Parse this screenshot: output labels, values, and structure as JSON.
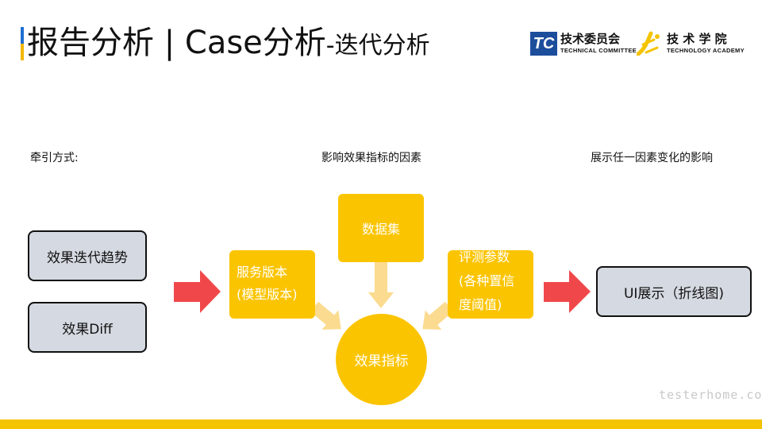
{
  "header": {
    "title_main": "报告分析 | Case分析",
    "title_sub": "-迭代分析",
    "logo_tc": {
      "mark": "TC",
      "name_cn": "技术委员会",
      "name_en": "TECHNICAL COMMITTEE"
    },
    "logo_academy": {
      "name_cn": "技 术 学 院",
      "name_en": "TECHNOLOGY ACADEMY"
    }
  },
  "section_labels": {
    "traction": "牵引方式:",
    "factors": "影响效果指标的因素",
    "display": "展示任一因素变化的影响"
  },
  "left_boxes": {
    "trend": "效果迭代趋势",
    "diff": "效果Diff"
  },
  "factor_boxes": {
    "service_line1": "服务版本",
    "service_line2": "(模型版本)",
    "dataset": "数据集",
    "eval_line1": "评测参数",
    "eval_line2": "(各种置信",
    "eval_line3": "度阈值)"
  },
  "center_circle": "效果指标",
  "output_box": "UI展示（折线图)",
  "colors": {
    "yellow": "#fbc400",
    "light_yellow": "#fbdb8f",
    "red_arrow": "#f0484a",
    "gray_box": "#d5d9e1",
    "bottom_bar": "#f5c400",
    "tc_blue": "#1d4e9c"
  },
  "watermark": "testerhome.com"
}
